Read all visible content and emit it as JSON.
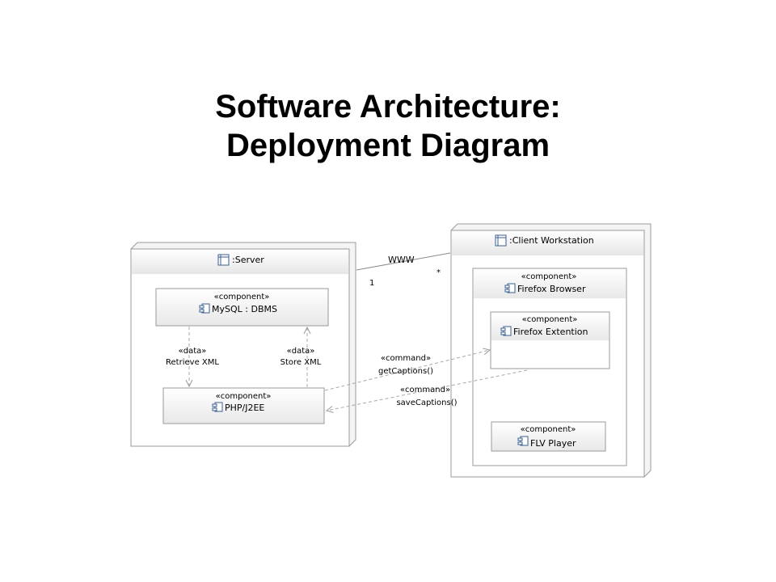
{
  "slide": {
    "title_line1": "Software Architecture:",
    "title_line2": "Deployment Diagram"
  },
  "diagram": {
    "server": {
      "label": ":Server",
      "components": {
        "mysql": {
          "stereotype": "«component»",
          "label": "MySQL : DBMS"
        },
        "php": {
          "stereotype": "«component»",
          "label": "PHP/J2EE"
        }
      },
      "flows": {
        "retrieve": {
          "stereotype": "«data»",
          "label": "Retrieve XML"
        },
        "store": {
          "stereotype": "«data»",
          "label": "Store XML"
        }
      }
    },
    "client": {
      "label": ":Client Workstation",
      "browser": {
        "stereotype": "«component»",
        "label": "Firefox Browser"
      },
      "extension": {
        "stereotype": "«component»",
        "label": "Firefox Extention"
      },
      "player": {
        "stereotype": "«component»",
        "label": "FLV Player"
      }
    },
    "link": {
      "label": "WWW",
      "multiplicity_server": "1",
      "multiplicity_client": "*"
    },
    "commands": {
      "get": {
        "stereotype": "«command»",
        "label": "getCaptions()"
      },
      "save": {
        "stereotype": "«command»",
        "label": "saveCaptions()"
      }
    },
    "colors": {
      "border": "#9a9a9a",
      "node_fill": "#ffffff",
      "header_fill": "#eeeeee",
      "dashed_line": "#a8a8a8",
      "icon_stroke": "#3a5f8f"
    }
  }
}
